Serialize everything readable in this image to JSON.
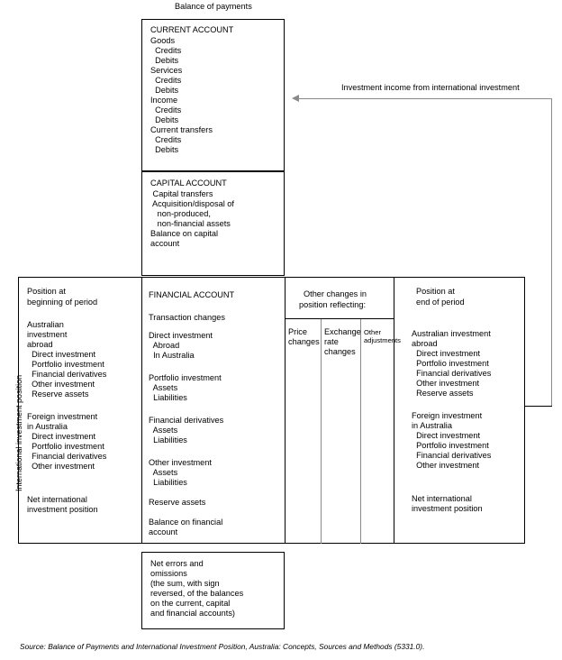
{
  "figure": {
    "top_caption": "Balance of payments",
    "left_axis_label": "International investment position",
    "source": "Source: Balance of Payments and International Investment Position, Australia: Concepts, Sources and Methods (5331.0).",
    "flow_annotation": "Investment income from international investment"
  },
  "current_account": {
    "heading": "CURRENT ACCOUNT",
    "items": [
      "Goods",
      "  Credits",
      "  Debits",
      "Services",
      "  Credits",
      "  Debits",
      "Income",
      "  Credits",
      "  Debits",
      "Current transfers",
      "  Credits",
      "  Debits"
    ]
  },
  "capital_account": {
    "heading": "CAPITAL ACCOUNT",
    "items": [
      " Capital transfers",
      " Acquisition/disposal of",
      "   non-produced,",
      "   non-financial assets",
      "Balance on capital",
      "account"
    ]
  },
  "position_begin": {
    "heading_line1": "Position at",
    "heading_line2": "beginning of period",
    "items": [
      "Australian",
      "investment",
      "abroad",
      "  Direct investment",
      "  Portfolio investment",
      "  Financial derivatives",
      "  Other investment",
      "  Reserve assets",
      "",
      "Foreign investment",
      "in Australia",
      "  Direct investment",
      "  Portfolio investment",
      "  Financial derivatives",
      "  Other investment",
      "",
      "Net international",
      "investment position"
    ]
  },
  "financial_account": {
    "heading": "FINANCIAL ACCOUNT",
    "subheading": "Transaction changes",
    "items": [
      "Direct investment",
      "  Abroad",
      "  In Australia",
      "",
      "Portfolio investment",
      "  Assets",
      "  Liabilities",
      "",
      "Financial derivatives",
      "  Assets",
      "  Liabilities",
      "",
      "Other investment",
      "  Assets",
      "  Liabilities",
      "",
      "Reserve assets",
      "",
      "Balance on financial",
      "account"
    ]
  },
  "other_changes": {
    "heading_line1": "Other changes in",
    "heading_line2": "position reflecting:",
    "columns": [
      {
        "line1": "Price",
        "line2": "changes",
        "line3": ""
      },
      {
        "line1": "Exchange",
        "line2": "rate",
        "line3": "changes"
      },
      {
        "line1": "Other",
        "line2": "adjustments",
        "line3": ""
      }
    ]
  },
  "position_end": {
    "heading_line1": "Position at",
    "heading_line2": "end of period",
    "items": [
      "Australian investment",
      "abroad",
      "  Direct investment",
      "  Portfolio investment",
      "  Financial derivatives",
      "  Other investment",
      "  Reserve assets",
      "",
      "Foreign investment",
      "in Australia",
      "  Direct investment",
      "  Portfolio investment",
      "  Financial derivatives",
      "  Other investment",
      "",
      "",
      "Net international",
      "investment position"
    ]
  },
  "net_errors": {
    "lines": [
      "Net errors and",
      "omissions",
      "(the sum, with sign",
      "reversed, of the balances",
      "on the current, capital",
      "and financial accounts)"
    ]
  }
}
